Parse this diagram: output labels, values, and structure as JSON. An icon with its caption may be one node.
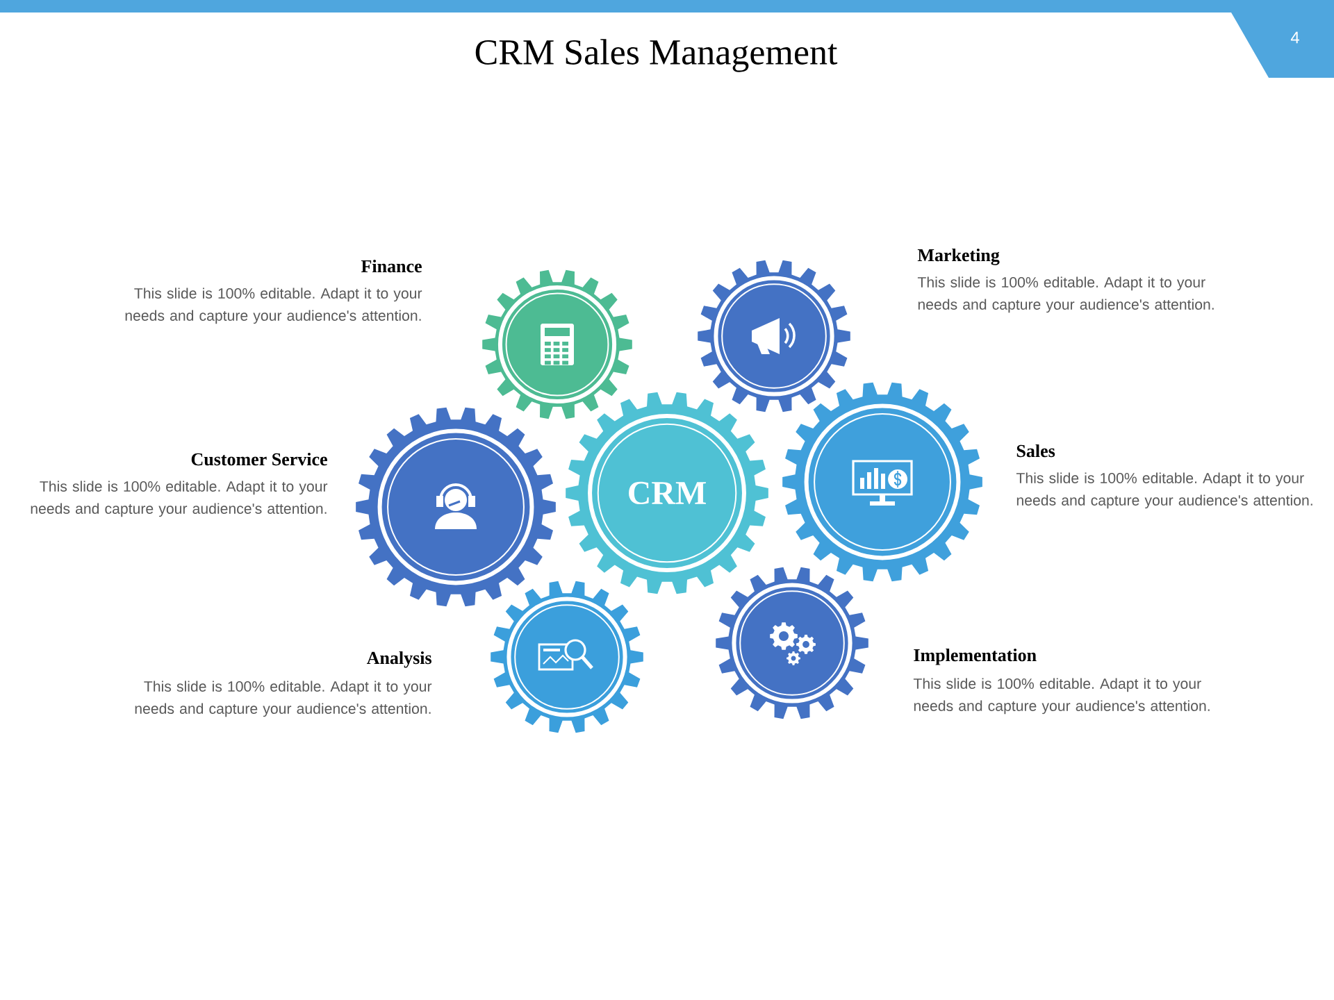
{
  "diagram": {
    "title": "CRM Sales Management",
    "nodes": [
      {
        "text": [
          "CRM"
        ]
      },
      {
        "text": [],
        "shape": "gear",
        "beside": [
          "Finance",
          "This slide is 100% editable. Adapt it to your needs and capture your audience's attention."
        ]
      },
      {
        "text": [],
        "shape": "gear",
        "beside": [
          "Marketing",
          "This slide is 100% editable. Adapt it to your needs and capture your audience's attention."
        ]
      },
      {
        "text": [],
        "shape": "gear",
        "beside": [
          "Customer Service",
          "This slide is 100% editable. Adapt it to your needs and capture your audience's attention."
        ]
      },
      {
        "text": [],
        "shape": "gear",
        "beside": [
          "Sales",
          "This slide is 100% editable. Adapt it to your needs and capture your audience's attention."
        ]
      },
      {
        "text": [],
        "shape": "gear",
        "beside": [
          "Analysis",
          "This slide is 100% editable. Adapt it to your needs and capture your audience's attention."
        ]
      },
      {
        "text": [],
        "shape": "gear",
        "beside": [
          "Implementation",
          "This slide is 100% editable. Adapt it to your needs and capture your audience's attention."
        ]
      }
    ],
    "labels": [
      "4"
    ]
  }
}
